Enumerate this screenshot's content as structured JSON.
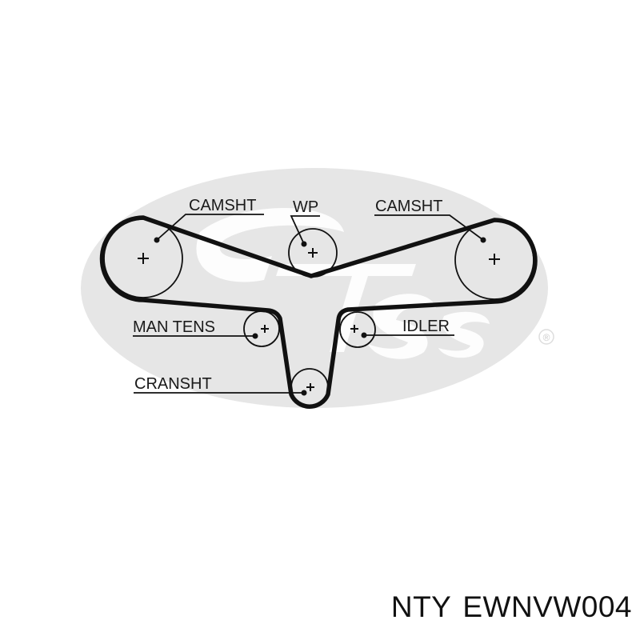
{
  "diagram": {
    "labels": {
      "camshaft_left": "CAMSHT",
      "water_pump": "WP",
      "camshaft_right": "CAMSHT",
      "man_tens": "MAN TENS",
      "idler": "IDLER",
      "crankshaft": "CRANSHT"
    },
    "watermark_text": "Gates",
    "registered_mark": "®",
    "colors": {
      "belt": "#111111",
      "watermark": "#e6e6e6",
      "text": "#1a1a1a"
    }
  },
  "caption": {
    "brand": "NTY",
    "part_number": "EWNVW004"
  }
}
